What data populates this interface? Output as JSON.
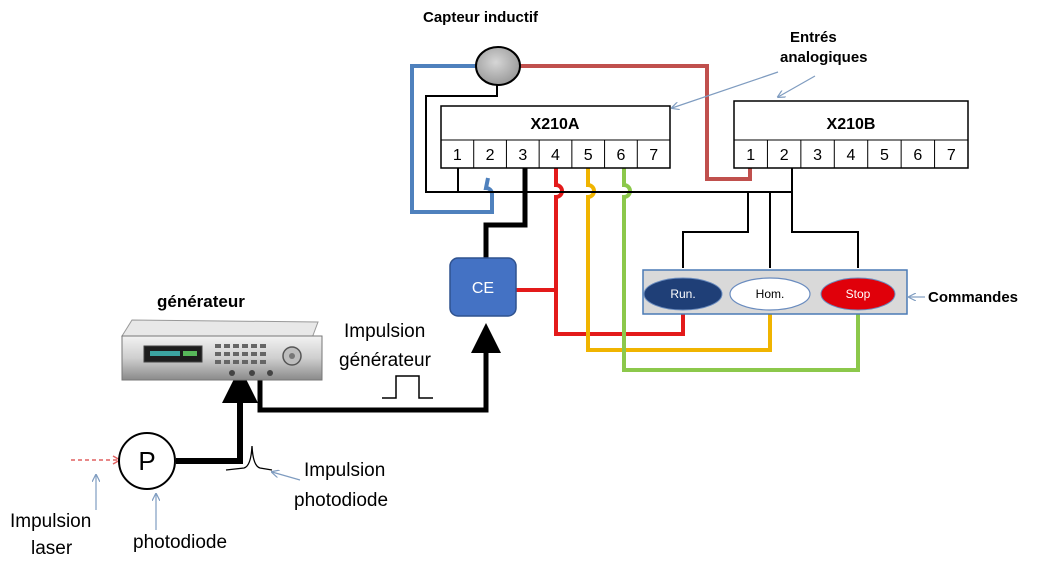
{
  "labels": {
    "capteur": "Capteur inductif",
    "entres_line1": "Entrés",
    "entres_line2": "analogiques",
    "x210a": "X210A",
    "x210b": "X210B",
    "ce": "CE",
    "generateur": "générateur",
    "impulsion_gen_line1": "Impulsion",
    "impulsion_gen_line2": "générateur",
    "impulsion_photo_line1": "Impulsion",
    "impulsion_photo_line2": "photodiode",
    "impulsion_laser_line1": "Impulsion",
    "impulsion_laser_line2": "laser",
    "photodiode": "photodiode",
    "p": "P",
    "commandes": "Commandes"
  },
  "terminals_a": [
    "1",
    "2",
    "3",
    "4",
    "5",
    "6",
    "7"
  ],
  "terminals_b": [
    "1",
    "2",
    "3",
    "4",
    "5",
    "6",
    "7"
  ],
  "buttons": {
    "run": "Run.",
    "hom": "Hom.",
    "stop": "Stop"
  },
  "colors": {
    "blue_wire": "#4f81bd",
    "red_wire": "#e31a1a",
    "dark_red_wire": "#c0504d",
    "yellow_wire": "#f0b400",
    "green_wire": "#8cc84b",
    "ce_fill": "#4472c4",
    "run_fill": "#1f3f77",
    "stop_fill": "#e0000a",
    "panel_fill": "#d9d9d9",
    "panel_border": "#4a7ab5",
    "pointer": "#8faac8"
  }
}
